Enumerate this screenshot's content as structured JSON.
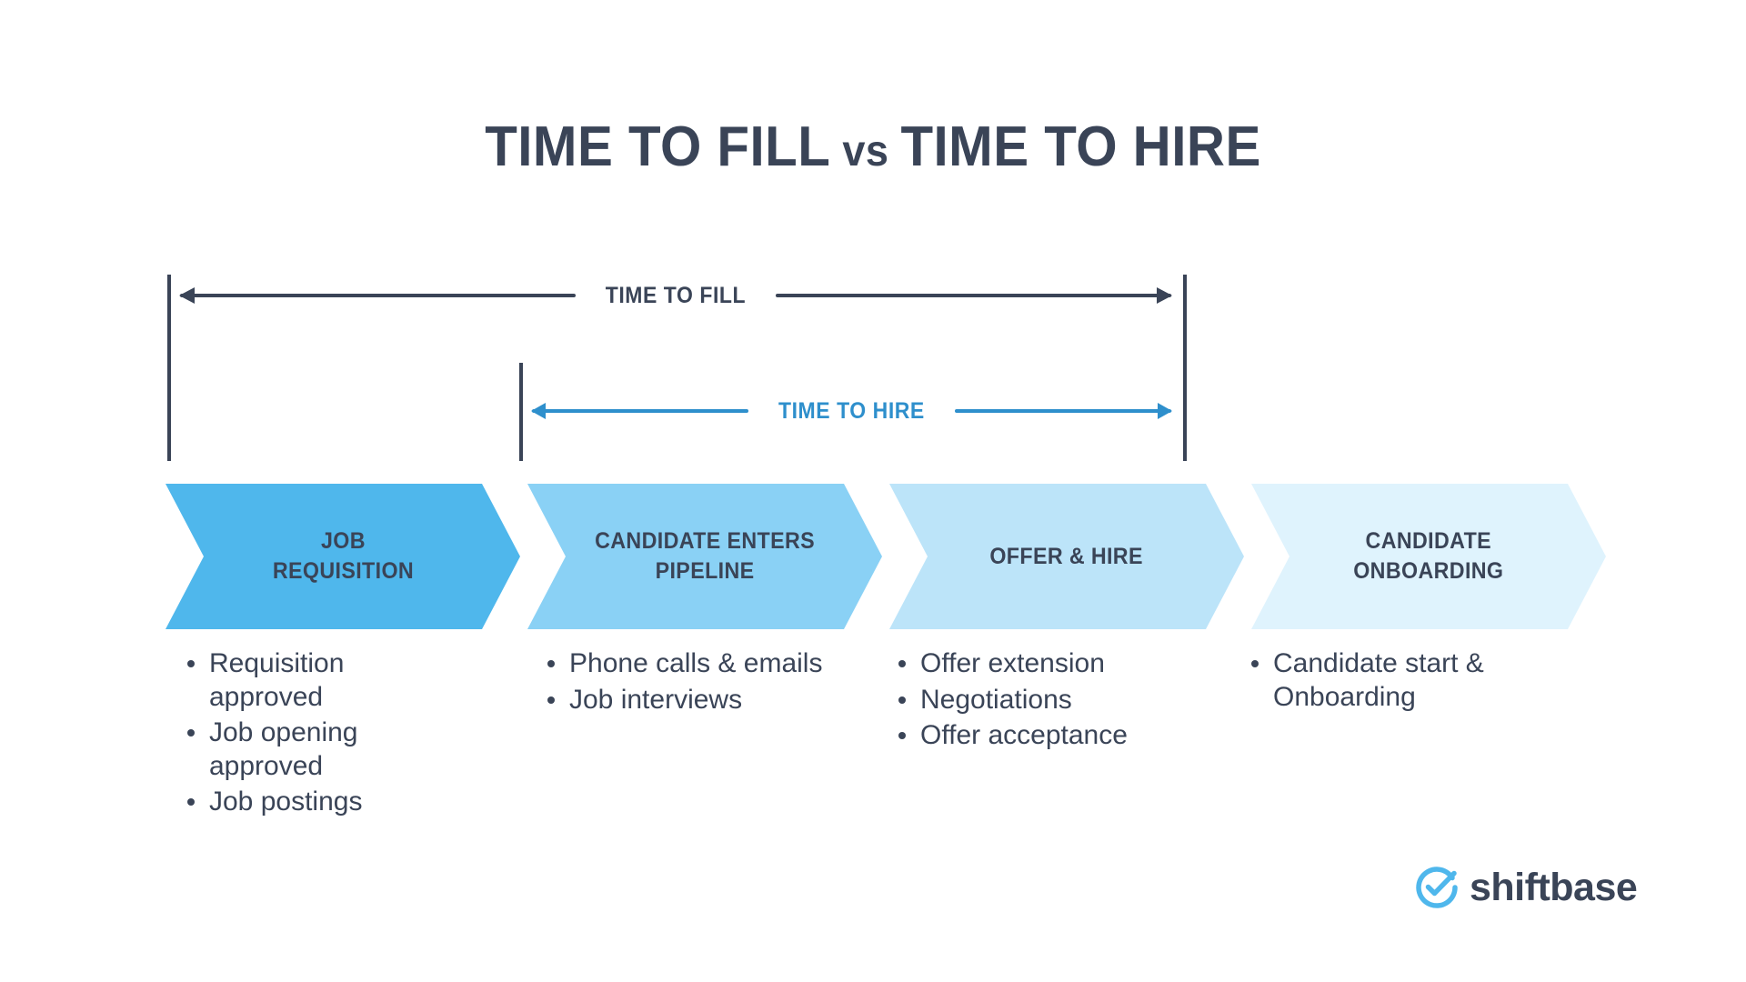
{
  "title": "TIME TO FILL vs TIME TO HIRE",
  "title_parts": {
    "lead": "TIME TO FILL",
    "vs": "vs",
    "trail": "TIME TO HIRE"
  },
  "colors": {
    "navy": "#3a4457",
    "accent_blue": "#2e8fcc",
    "stage_1": "#4fb7ec",
    "stage_2": "#8ad1f5",
    "stage_3": "#bce4f9",
    "stage_4": "#dff3fd",
    "background": "#ffffff"
  },
  "measures": [
    {
      "key": "time_to_fill",
      "label": "TIME TO FILL",
      "color": "#3a4457",
      "spans_stages": "1-3"
    },
    {
      "key": "time_to_hire",
      "label": "TIME TO HIRE",
      "color": "#2e8fcc",
      "spans_stages": "2-3"
    }
  ],
  "stages": [
    {
      "label": "JOB\nREQUISITION",
      "line1": "JOB",
      "line2": "REQUISITION",
      "color": "#4fb7ec",
      "bullets": [
        "Requisition approved",
        "Job opening approved",
        "Job postings"
      ]
    },
    {
      "label": "CANDIDATE ENTERS\nPIPELINE",
      "line1": "CANDIDATE ENTERS",
      "line2": "PIPELINE",
      "color": "#8ad1f5",
      "bullets": [
        "Phone calls & emails",
        "Job interviews"
      ]
    },
    {
      "label": "OFFER & HIRE",
      "line1": "OFFER & HIRE",
      "line2": "",
      "color": "#bce4f9",
      "bullets": [
        "Offer extension",
        "Negotiations",
        "Offer acceptance"
      ]
    },
    {
      "label": "CANDIDATE\nONBOARDING",
      "line1": "CANDIDATE",
      "line2": "ONBOARDING",
      "color": "#dff3fd",
      "bullets": [
        "Candidate start & Onboarding"
      ]
    }
  ],
  "logo": {
    "wordmark": "shiftbase",
    "mark_name": "shiftbase-check-circle-icon",
    "mark_color": "#4fb7ec",
    "word_color": "#3a4457"
  },
  "chart_data": {
    "type": "diagram",
    "diagram_kind": "process-timeline-chevron",
    "title": "TIME TO FILL vs TIME TO HIRE",
    "stages": [
      "JOB REQUISITION",
      "CANDIDATE ENTERS PIPELINE",
      "OFFER & HIRE",
      "CANDIDATE ONBOARDING"
    ],
    "stage_colors": [
      "#4fb7ec",
      "#8ad1f5",
      "#bce4f9",
      "#dff3fd"
    ],
    "spans": [
      {
        "name": "TIME TO FILL",
        "from_stage": 1,
        "to_stage": 3,
        "color": "#3a4457"
      },
      {
        "name": "TIME TO HIRE",
        "from_stage": 2,
        "to_stage": 3,
        "color": "#2e8fcc"
      }
    ],
    "stage_details": [
      [
        "Requisition approved",
        "Job opening approved",
        "Job postings"
      ],
      [
        "Phone calls & emails",
        "Job interviews"
      ],
      [
        "Offer extension",
        "Negotiations",
        "Offer acceptance"
      ],
      [
        "Candidate start & Onboarding"
      ]
    ]
  }
}
